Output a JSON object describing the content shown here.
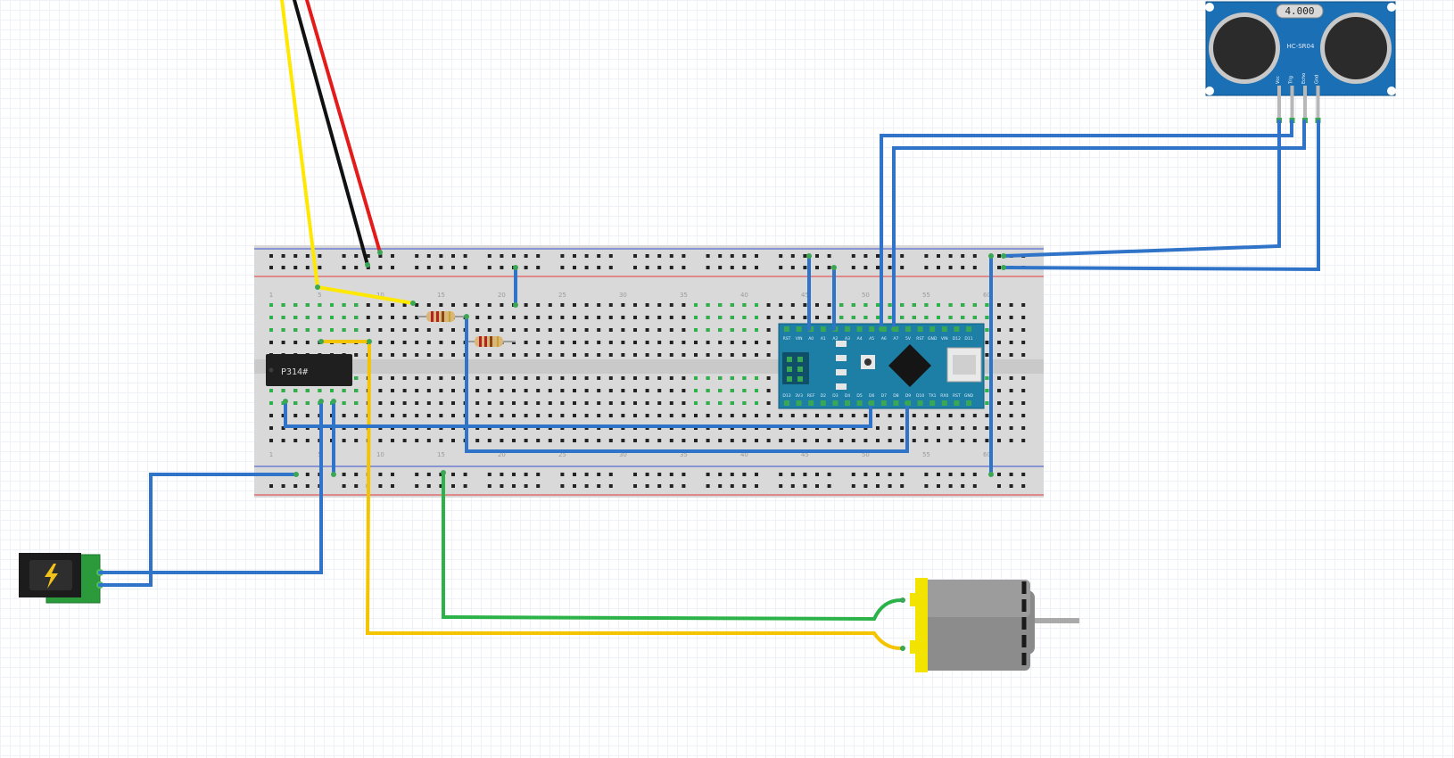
{
  "ic": {
    "label": "P314#"
  },
  "arduino": {
    "silk_top": [
      "RST",
      "VIN",
      "A0",
      "A1",
      "A2",
      "A3",
      "A4",
      "A5",
      "A6",
      "A7",
      "5V",
      "RST",
      "GND",
      "VIN",
      "D12",
      "D11"
    ],
    "silk_bottom": [
      "D13",
      "3V3",
      "REF",
      "D2",
      "D3",
      "D4",
      "D5",
      "D6",
      "D7",
      "D8",
      "D9",
      "D10",
      "TX1",
      "RX0",
      "RST",
      "GND"
    ]
  },
  "sensor": {
    "crystal_label": "4.000",
    "model_label": "HC-SR04",
    "pin_labels": [
      "Vcc",
      "Trig",
      "Echo",
      "Gnd"
    ]
  },
  "breadboard": {
    "column_numbers": [
      "1",
      "5",
      "10",
      "15",
      "20",
      "25",
      "30",
      "35",
      "40",
      "45",
      "50",
      "55",
      "60"
    ]
  },
  "colors": {
    "wire_blue": "#2f74c8",
    "wire_yellow": "#ffe800",
    "wire_red": "#e31b1b",
    "wire_black": "#111111",
    "wire_green": "#2bb34a",
    "wire_orange_yellow": "#f5c400",
    "arduino_board": "#1d7fa5",
    "sensor_board": "#1b6fb5",
    "motor_cap": "#f2e300"
  }
}
